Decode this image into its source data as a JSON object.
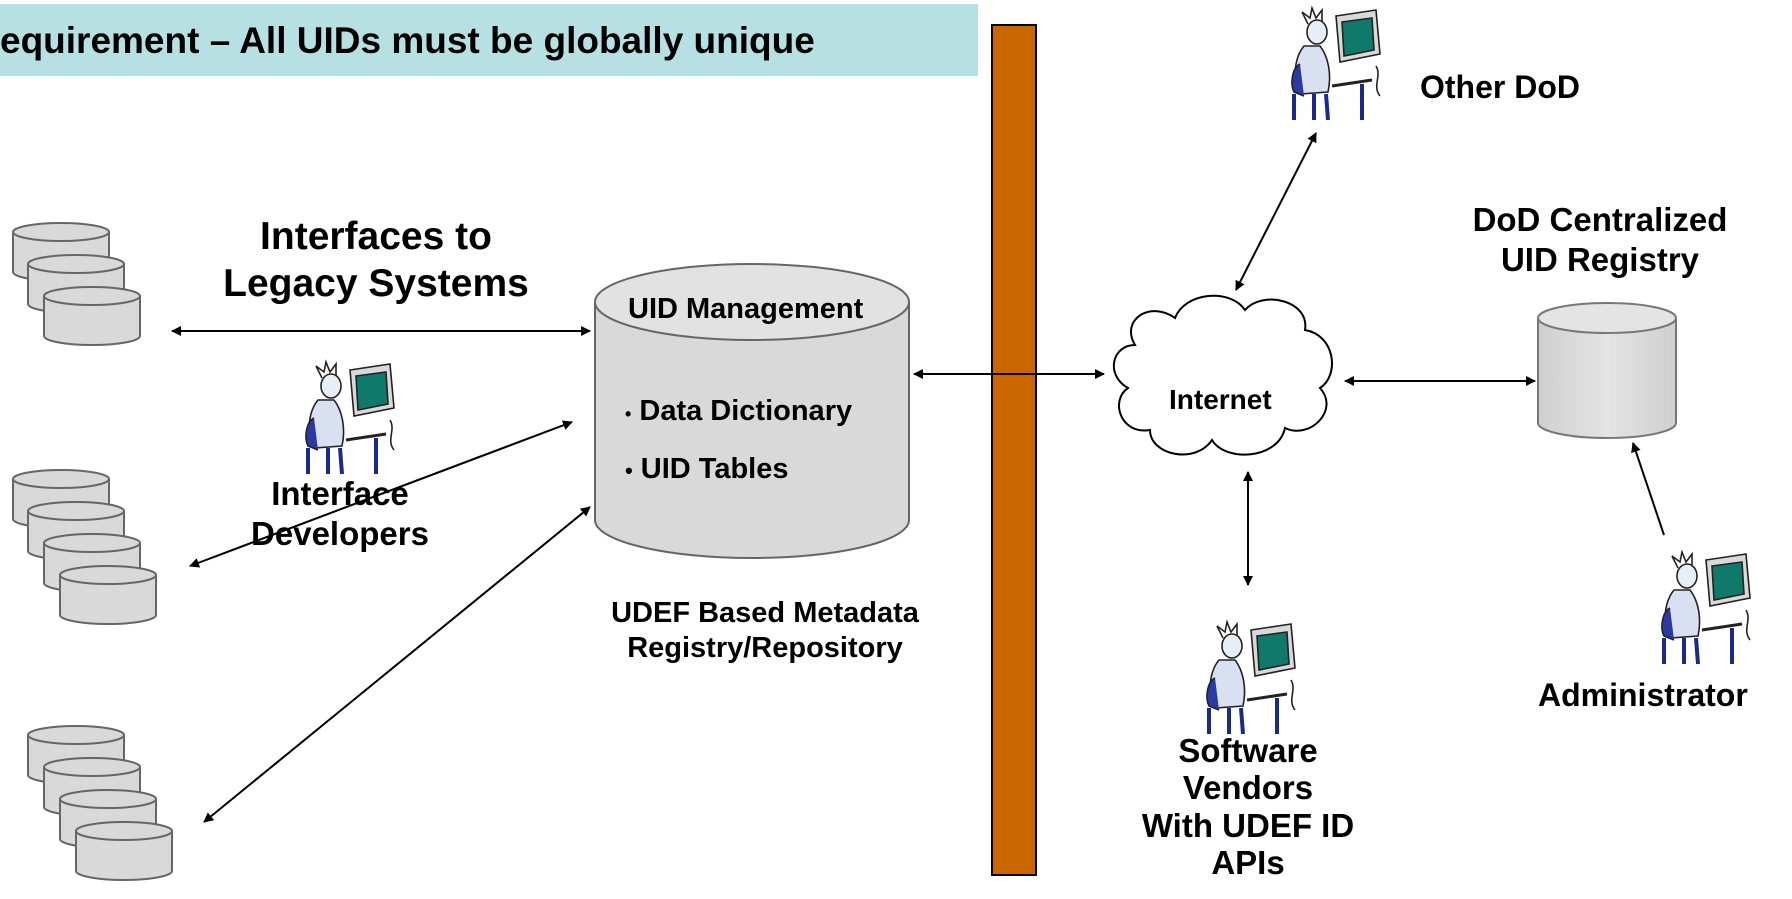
{
  "banner": {
    "text": "equirement – All UIDs must be globally unique",
    "color": "#b7e0e3"
  },
  "firewall_color": "#cc6600",
  "labels": {
    "interfaces": [
      "Interfaces to",
      "Legacy Systems"
    ],
    "uid_management": "UID Management",
    "data_dictionary": "Data Dictionary",
    "uid_tables": "UID Tables",
    "bullet": "•",
    "udef_registry": [
      "UDEF Based Metadata",
      "Registry/Repository"
    ],
    "interface_developers": [
      "Interface",
      "Developers"
    ],
    "internet": "Internet",
    "other_dod": "Other DoD",
    "dod_registry": [
      "DoD Centralized",
      "UID Registry"
    ],
    "administrator": "Administrator",
    "software_vendors": [
      "Software",
      "Vendors",
      "With UDEF ID",
      "APIs"
    ]
  },
  "icons": [
    "database-stack-icon",
    "person-at-computer-icon",
    "cloud-icon",
    "cylinder-icon"
  ]
}
